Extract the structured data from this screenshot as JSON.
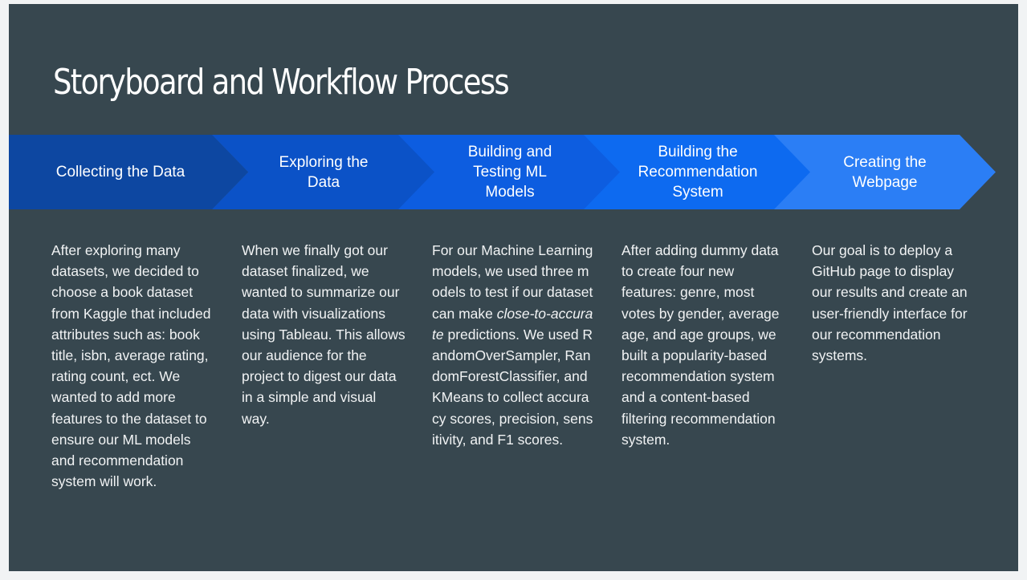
{
  "title": "Storyboard and Workflow Process",
  "steps": [
    {
      "label": "Collecting the Data",
      "color": "#0d47a1"
    },
    {
      "label": "Exploring the\nData",
      "color": "#0b52c7"
    },
    {
      "label": "Building and\nTesting ML\nModels",
      "color": "#0d5de0"
    },
    {
      "label": "Building the\nRecommendation\nSystem",
      "color": "#0d6af0"
    },
    {
      "label": "Creating the\nWebpage",
      "color": "#2b7ef5"
    }
  ],
  "descriptions": [
    {
      "text": "After exploring many datasets, we decided to choose a book dataset from Kaggle that included attributes such as: book title, isbn, average rating, rating count, ect. We wanted to add more features to the dataset to ensure our ML models and recommendation system will work."
    },
    {
      "text": "When we finally got our dataset finalized, we wanted to summarize our data with visualizations using Tableau. This allows our audience for the project to digest our data in a simple and visual way."
    },
    {
      "before": "For our Machine Learning models, we used three models to test if our dataset can make ",
      "emphasis": "close-to-accurate",
      "after": " predictions. We used RandomOverSampler, RandomForestClassifier, and KMeans to collect accuracy scores, precision, sensitivity, and F1 scores."
    },
    {
      "text": "After adding dummy data to create four new features: genre, most votes by gender, average age, and age groups, we built a popularity-based recommendation system and a content-based filtering recommendation system."
    },
    {
      "text": "Our goal is to deploy a GitHub page to display our results and create an user-friendly interface for our recommendation systems."
    }
  ]
}
